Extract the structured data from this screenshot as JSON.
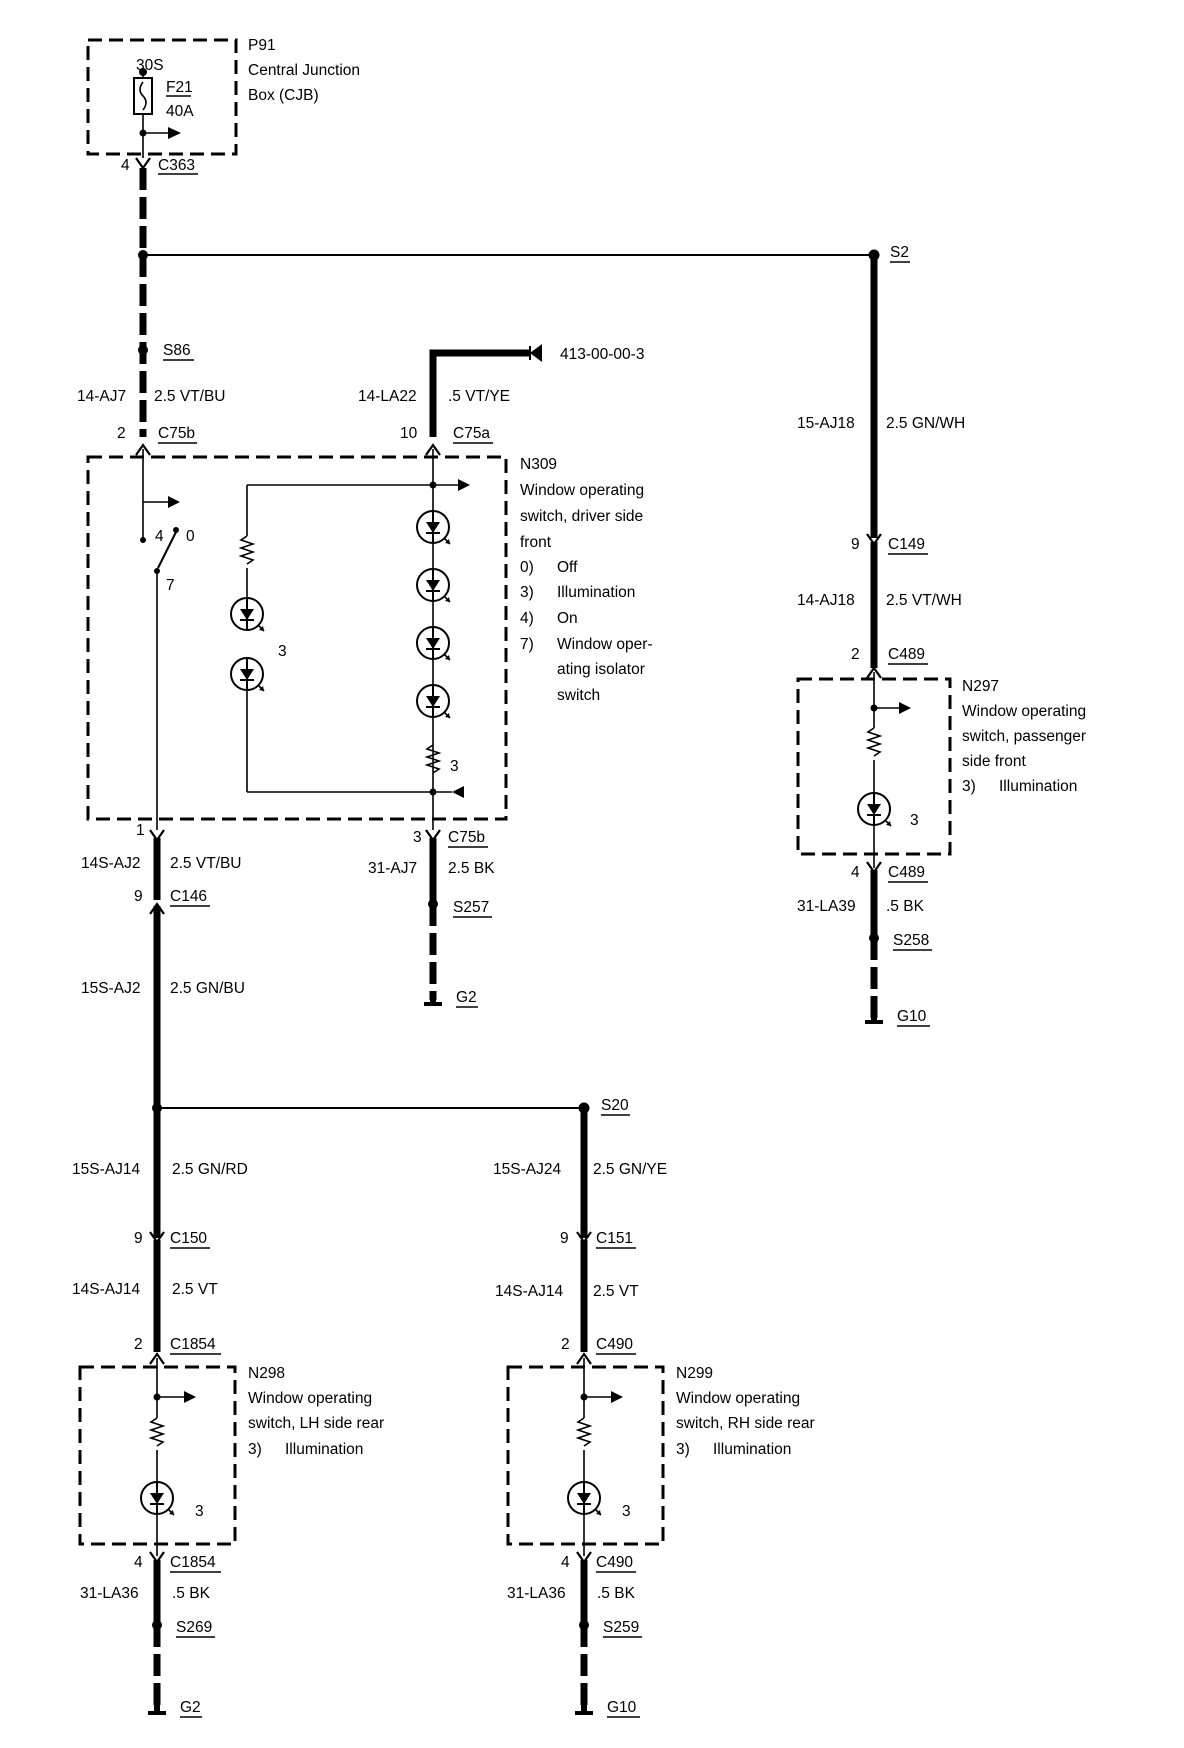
{
  "cjb": {
    "id": "P91",
    "line1": "Central Junction",
    "line2": "Box (CJB)",
    "terminal": "30S",
    "fuse_id": "F21",
    "fuse_rating": "40A"
  },
  "connectors": {
    "c363": {
      "pin": "4",
      "name": "C363"
    },
    "c75b_top": {
      "pin": "2",
      "name": "C75b"
    },
    "c75a": {
      "pin": "10",
      "name": "C75a"
    },
    "c75b_bottom_left": {
      "pin": "1"
    },
    "c75b_bottom": {
      "pin": "3",
      "name": "C75b"
    },
    "c146": {
      "pin": "9",
      "name": "C146"
    },
    "c149": {
      "pin": "9",
      "name": "C149"
    },
    "c489_top": {
      "pin": "2",
      "name": "C489"
    },
    "c489_bottom": {
      "pin": "4",
      "name": "C489"
    },
    "c150": {
      "pin": "9",
      "name": "C150"
    },
    "c1854_top": {
      "pin": "2",
      "name": "C1854"
    },
    "c1854_bottom": {
      "pin": "4",
      "name": "C1854"
    },
    "c151": {
      "pin": "9",
      "name": "C151"
    },
    "c490_top": {
      "pin": "2",
      "name": "C490"
    },
    "c490_bottom": {
      "pin": "4",
      "name": "C490"
    }
  },
  "splices": {
    "s2": "S2",
    "s86": "S86",
    "s257": "S257",
    "s258": "S258",
    "s20": "S20",
    "s269": "S269",
    "s259": "S259"
  },
  "grounds": {
    "g2_mid": "G2",
    "g10_right": "G10",
    "g2_bottom": "G2",
    "g10_bottom": "G10"
  },
  "wires": {
    "w14aj7": {
      "circuit": "14-AJ7",
      "spec": "2.5 VT/BU"
    },
    "w14la22": {
      "circuit": "14-LA22",
      "spec": ".5 VT/YE"
    },
    "w15aj18": {
      "circuit": "15-AJ18",
      "spec": "2.5 GN/WH"
    },
    "w14aj18": {
      "circuit": "14-AJ18",
      "spec": "2.5 VT/WH"
    },
    "w14saj2": {
      "circuit": "14S-AJ2",
      "spec": "2.5 VT/BU"
    },
    "w31aj7": {
      "circuit": "31-AJ7",
      "spec": "2.5 BK"
    },
    "w31la39": {
      "circuit": "31-LA39",
      "spec": ".5 BK"
    },
    "w15saj2": {
      "circuit": "15S-AJ2",
      "spec": "2.5 GN/BU"
    },
    "w15saj14": {
      "circuit": "15S-AJ14",
      "spec": "2.5 GN/RD"
    },
    "w15saj24": {
      "circuit": "15S-AJ24",
      "spec": "2.5 GN/YE"
    },
    "w14saj14_l": {
      "circuit": "14S-AJ14",
      "spec": "2.5 VT"
    },
    "w14saj14_r": {
      "circuit": "14S-AJ14",
      "spec": "2.5 VT"
    },
    "w31la36_l": {
      "circuit": "31-LA36",
      "spec": ".5 BK"
    },
    "w31la36_r": {
      "circuit": "31-LA36",
      "spec": ".5 BK"
    }
  },
  "ref_413": "413-00-00-3",
  "n309": {
    "id": "N309",
    "desc": [
      "Window operating",
      "switch, driver side",
      "front"
    ],
    "legend": [
      {
        "num": "0)",
        "text": "Off"
      },
      {
        "num": "3)",
        "text": "Illumination"
      },
      {
        "num": "4)",
        "text": "On"
      },
      {
        "num": "7)",
        "text": "Window oper-"
      }
    ],
    "legend_cont": [
      "ating isolator",
      "switch"
    ],
    "switch_pin_4": "4",
    "switch_pin_0": "0",
    "switch_pin_7": "7",
    "illum_label_left": "3",
    "illum_label_right": "3"
  },
  "n297": {
    "id": "N297",
    "desc": [
      "Window operating",
      "switch, passenger",
      "side front"
    ],
    "legend_num": "3)",
    "legend_text": "Illumination",
    "illum_label": "3"
  },
  "n298": {
    "id": "N298",
    "desc": [
      "Window operating",
      "switch, LH side rear"
    ],
    "legend_num": "3)",
    "legend_text": "Illumination",
    "illum_label": "3"
  },
  "n299": {
    "id": "N299",
    "desc": [
      "Window operating",
      "switch, RH side rear"
    ],
    "legend_num": "3)",
    "legend_text": "Illumination",
    "illum_label": "3"
  }
}
